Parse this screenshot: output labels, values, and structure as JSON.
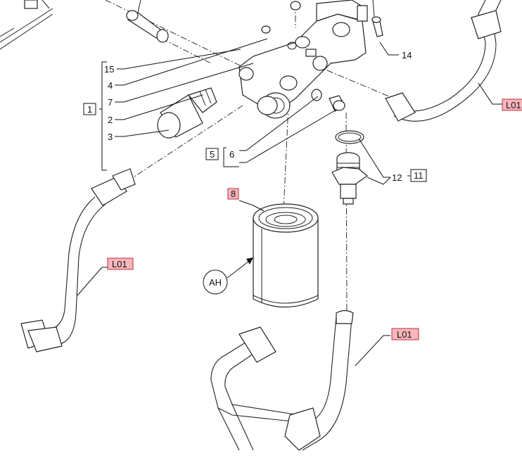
{
  "callouts": {
    "c15": "15",
    "c4": "4",
    "c7": "7",
    "c2": "2",
    "c3": "3",
    "c1": "1",
    "c5": "5",
    "c6": "6",
    "c8": "8",
    "c12": "12",
    "c11": "11",
    "c14": "14",
    "ah": "AH",
    "l01_right": "L01",
    "l01_left": "L01",
    "l01_bottom": "L01"
  },
  "colors": {
    "highlight_fill": "#f8b6bd",
    "highlight_stroke": "#c0303f",
    "line": "#222222"
  }
}
